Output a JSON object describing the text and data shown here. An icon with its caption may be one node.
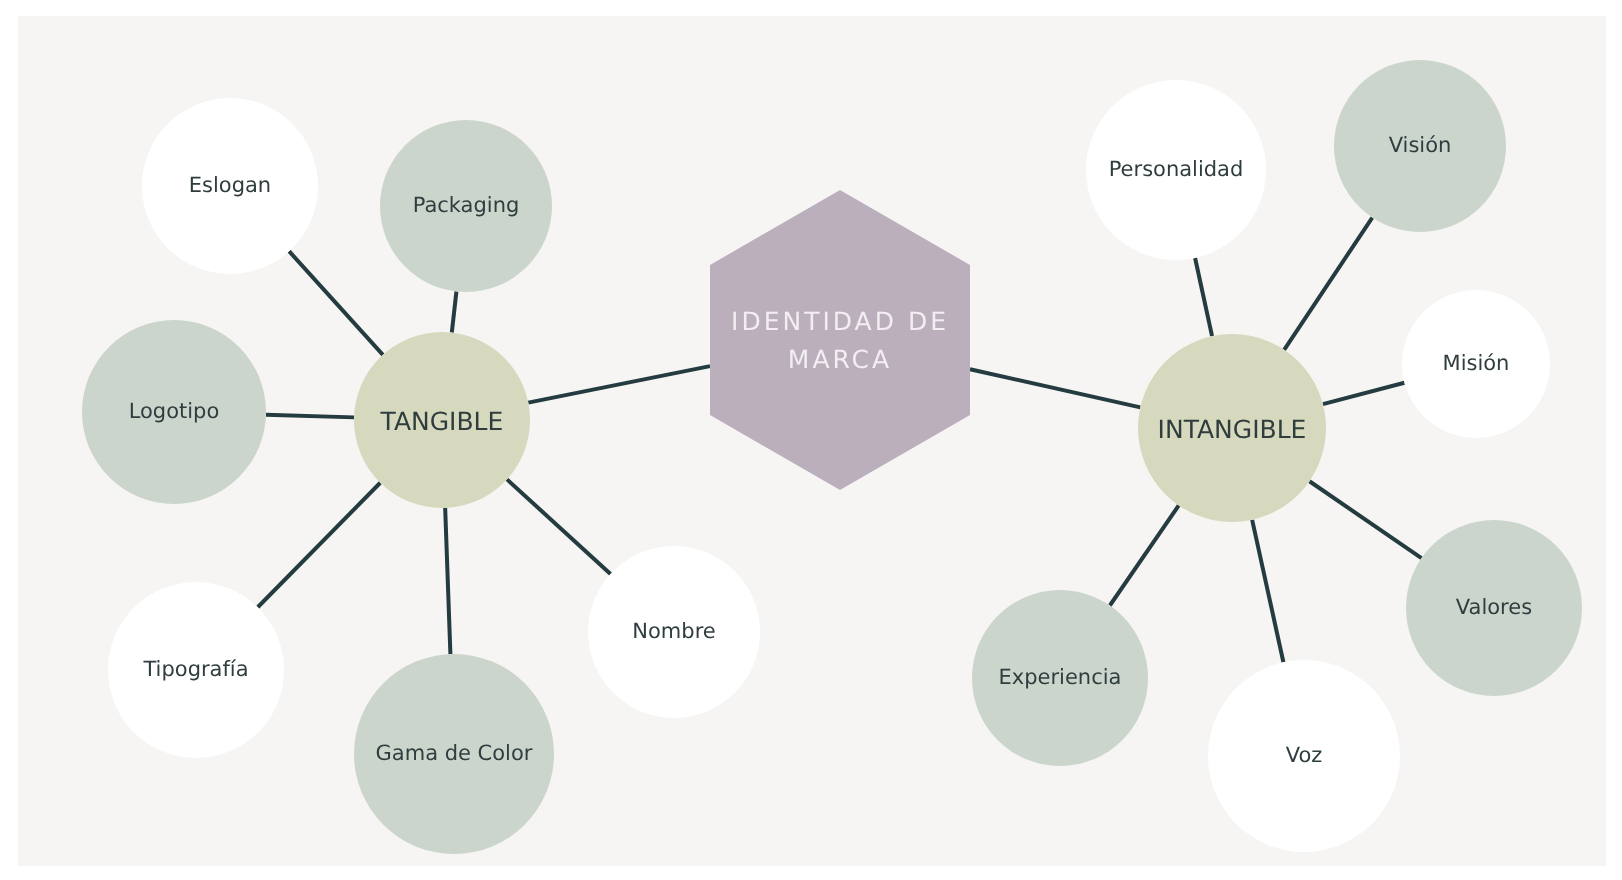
{
  "diagram": {
    "nodes": [
      {
        "text": [
          "IDENTIDAD DE MARCA"
        ]
      },
      {
        "text": [
          "TANGIBLE"
        ]
      },
      {
        "text": [
          "Eslogan"
        ]
      },
      {
        "text": [
          "Packaging"
        ]
      },
      {
        "text": [
          "Logotipo"
        ]
      },
      {
        "text": [
          "Tipografía"
        ]
      },
      {
        "text": [
          "Gama de Color"
        ]
      },
      {
        "text": [
          "Nombre"
        ]
      },
      {
        "text": [
          "INTANGIBLE"
        ]
      },
      {
        "text": [
          "Personalidad"
        ]
      },
      {
        "text": [
          "Visión"
        ]
      },
      {
        "text": [
          "Misión"
        ]
      },
      {
        "text": [
          "Valores"
        ]
      },
      {
        "text": [
          "Voz"
        ]
      },
      {
        "text": [
          "Experiencia"
        ]
      }
    ],
    "edges": [
      {
        "from": 0,
        "to": 1,
        "arrow": "none"
      },
      {
        "from": 0,
        "to": 8,
        "arrow": "none"
      },
      {
        "from": 1,
        "to": 2,
        "arrow": "none"
      },
      {
        "from": 1,
        "to": 3,
        "arrow": "none"
      },
      {
        "from": 1,
        "to": 4,
        "arrow": "none"
      },
      {
        "from": 1,
        "to": 5,
        "arrow": "none"
      },
      {
        "from": 1,
        "to": 6,
        "arrow": "none"
      },
      {
        "from": 1,
        "to": 7,
        "arrow": "none"
      },
      {
        "from": 8,
        "to": 9,
        "arrow": "none"
      },
      {
        "from": 8,
        "to": 10,
        "arrow": "none"
      },
      {
        "from": 8,
        "to": 11,
        "arrow": "none"
      },
      {
        "from": 8,
        "to": 12,
        "arrow": "none"
      },
      {
        "from": 8,
        "to": 13,
        "arrow": "none"
      },
      {
        "from": 8,
        "to": 14,
        "arrow": "none"
      }
    ]
  }
}
